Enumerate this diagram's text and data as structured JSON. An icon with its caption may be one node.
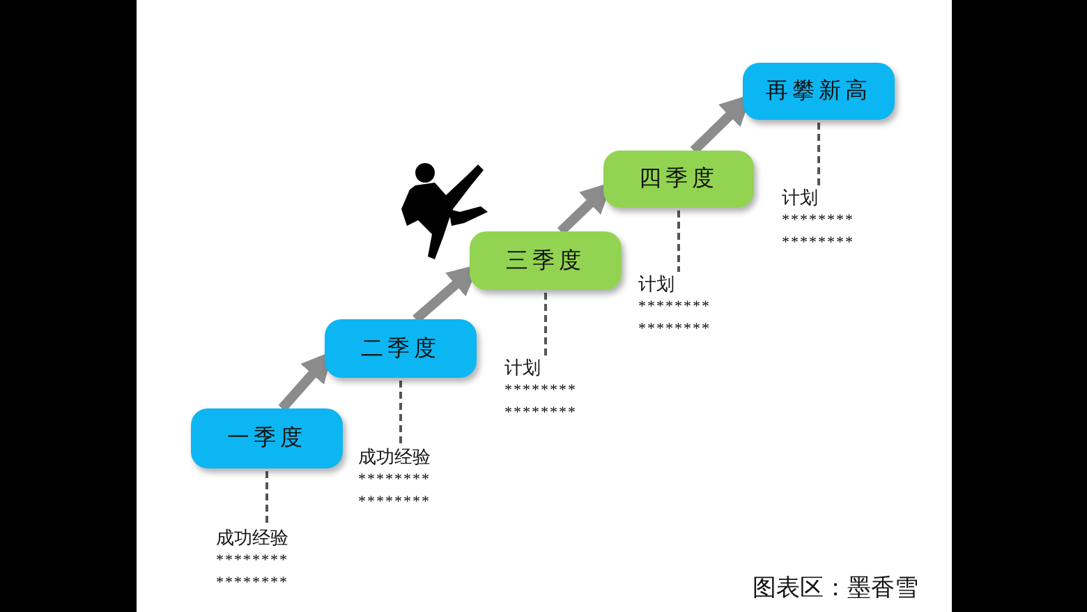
{
  "diagram": {
    "nodes": [
      {
        "text": [
          "一季度"
        ]
      },
      {
        "text": [
          "二季度"
        ]
      },
      {
        "text": [
          "三季度"
        ]
      },
      {
        "text": [
          "四季度"
        ]
      },
      {
        "text": [
          "再攀新高"
        ]
      },
      {
        "text": [
          "成功经验",
          "********",
          "********"
        ]
      },
      {
        "text": [
          "成功经验",
          "********",
          "********"
        ]
      },
      {
        "text": [
          "计划",
          "********",
          "********"
        ]
      },
      {
        "text": [
          "计划",
          "********",
          "********"
        ]
      },
      {
        "text": [
          "计划",
          "********",
          "********"
        ]
      }
    ],
    "edges": [
      {
        "from": 0,
        "to": 1,
        "arrow": "to",
        "style": "thick",
        "color": "#8c8c8c"
      },
      {
        "from": 1,
        "to": 2,
        "arrow": "to",
        "style": "thick",
        "color": "#8c8c8c"
      },
      {
        "from": 2,
        "to": 3,
        "arrow": "to",
        "style": "thick",
        "color": "#8c8c8c"
      },
      {
        "from": 3,
        "to": 4,
        "arrow": "to",
        "style": "thick",
        "color": "#8c8c8c"
      },
      {
        "from": 0,
        "to": 5,
        "arrow": "none",
        "style": "dashed"
      },
      {
        "from": 1,
        "to": 6,
        "arrow": "none",
        "style": "dashed"
      },
      {
        "from": 2,
        "to": 7,
        "arrow": "none",
        "style": "dashed"
      },
      {
        "from": 3,
        "to": 8,
        "arrow": "none",
        "style": "dashed"
      },
      {
        "from": 4,
        "to": 9,
        "arrow": "none",
        "style": "dashed"
      }
    ],
    "labels": [
      "图表区：墨香雪"
    ]
  }
}
